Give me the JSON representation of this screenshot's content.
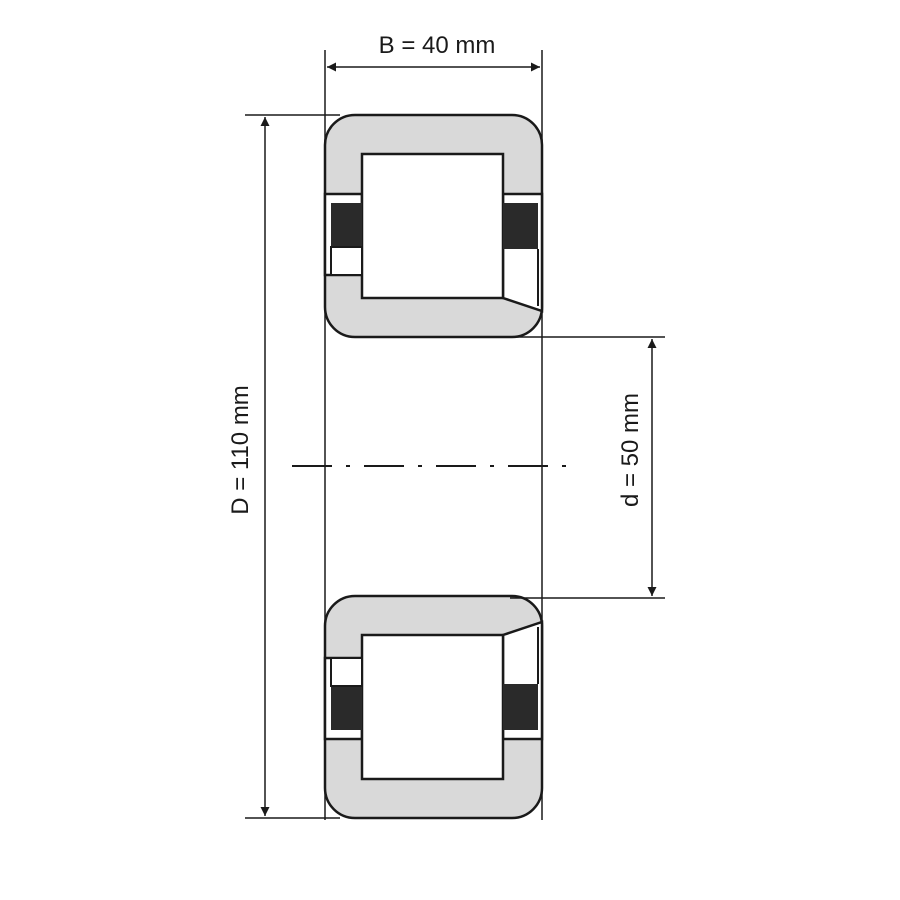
{
  "labels": {
    "width": "B = 40 mm",
    "outer_diameter": "D = 110 mm",
    "bore_diameter": "d = 50 mm"
  },
  "colors": {
    "ring_fill": "#d9d9d9",
    "cage_fill": "#2a2a2a",
    "stroke": "#1a1a1a"
  }
}
